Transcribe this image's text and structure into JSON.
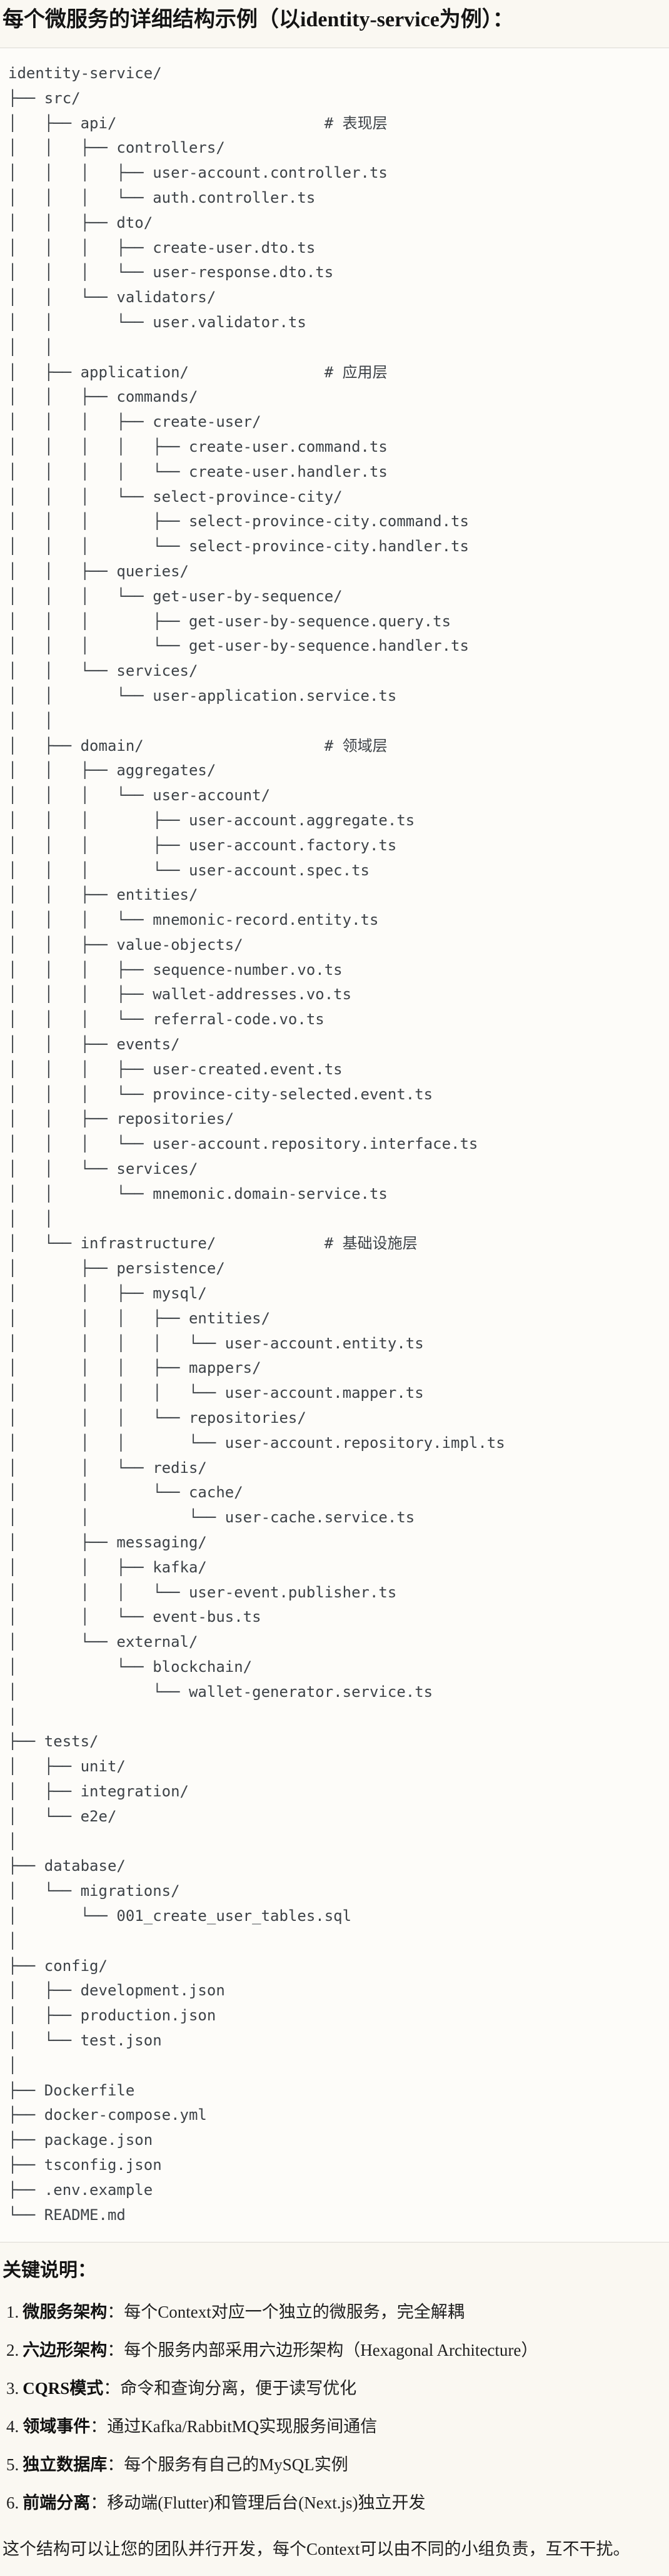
{
  "page": {
    "title": "每个微服务的详细结构示例（以identity-service为例）："
  },
  "code_block": {
    "tree": "identity-service/\n├── src/\n│   ├── api/                       # 表现层\n│   │   ├── controllers/\n│   │   │   ├── user-account.controller.ts\n│   │   │   └── auth.controller.ts\n│   │   ├── dto/\n│   │   │   ├── create-user.dto.ts\n│   │   │   └── user-response.dto.ts\n│   │   └── validators/\n│   │       └── user.validator.ts\n│   │\n│   ├── application/               # 应用层\n│   │   ├── commands/\n│   │   │   ├── create-user/\n│   │   │   │   ├── create-user.command.ts\n│   │   │   │   └── create-user.handler.ts\n│   │   │   └── select-province-city/\n│   │   │       ├── select-province-city.command.ts\n│   │   │       └── select-province-city.handler.ts\n│   │   ├── queries/\n│   │   │   └── get-user-by-sequence/\n│   │   │       ├── get-user-by-sequence.query.ts\n│   │   │       └── get-user-by-sequence.handler.ts\n│   │   └── services/\n│   │       └── user-application.service.ts\n│   │\n│   ├── domain/                    # 领域层\n│   │   ├── aggregates/\n│   │   │   └── user-account/\n│   │   │       ├── user-account.aggregate.ts\n│   │   │       ├── user-account.factory.ts\n│   │   │       └── user-account.spec.ts\n│   │   ├── entities/\n│   │   │   └── mnemonic-record.entity.ts\n│   │   ├── value-objects/\n│   │   │   ├── sequence-number.vo.ts\n│   │   │   ├── wallet-addresses.vo.ts\n│   │   │   └── referral-code.vo.ts\n│   │   ├── events/\n│   │   │   ├── user-created.event.ts\n│   │   │   └── province-city-selected.event.ts\n│   │   ├── repositories/\n│   │   │   └── user-account.repository.interface.ts\n│   │   └── services/\n│   │       └── mnemonic.domain-service.ts\n│   │\n│   └── infrastructure/            # 基础设施层\n│       ├── persistence/\n│       │   ├── mysql/\n│       │   │   ├── entities/\n│       │   │   │   └── user-account.entity.ts\n│       │   │   ├── mappers/\n│       │   │   │   └── user-account.mapper.ts\n│       │   │   └── repositories/\n│       │   │       └── user-account.repository.impl.ts\n│       │   └── redis/\n│       │       └── cache/\n│       │           └── user-cache.service.ts\n│       ├── messaging/\n│       │   ├── kafka/\n│       │   │   └── user-event.publisher.ts\n│       │   └── event-bus.ts\n│       └── external/\n│           └── blockchain/\n│               └── wallet-generator.service.ts\n│\n├── tests/\n│   ├── unit/\n│   ├── integration/\n│   └── e2e/\n│\n├── database/\n│   └── migrations/\n│       └── 001_create_user_tables.sql\n│\n├── config/\n│   ├── development.json\n│   ├── production.json\n│   └── test.json\n│\n├── Dockerfile\n├── docker-compose.yml\n├── package.json\n├── tsconfig.json\n├── .env.example\n└── README.md"
  },
  "notes": {
    "heading": "关键说明：",
    "items": [
      {
        "num": "1.",
        "term": "微服务架构",
        "desc": "：每个Context对应一个独立的微服务，完全解耦"
      },
      {
        "num": "2.",
        "term": "六边形架构",
        "desc": "：每个服务内部采用六边形架构（Hexagonal Architecture）"
      },
      {
        "num": "3.",
        "term": "CQRS模式",
        "desc": "：命令和查询分离，便于读写优化"
      },
      {
        "num": "4.",
        "term": "领域事件",
        "desc": "：通过Kafka/RabbitMQ实现服务间通信"
      },
      {
        "num": "5.",
        "term": "独立数据库",
        "desc": "：每个服务有自己的MySQL实例"
      },
      {
        "num": "6.",
        "term": "前端分离",
        "desc": "：移动端(Flutter)和管理后台(Next.js)独立开发"
      }
    ],
    "closing": "这个结构可以让您的团队并行开发，每个Context可以由不同的小组负责，互不干扰。"
  }
}
